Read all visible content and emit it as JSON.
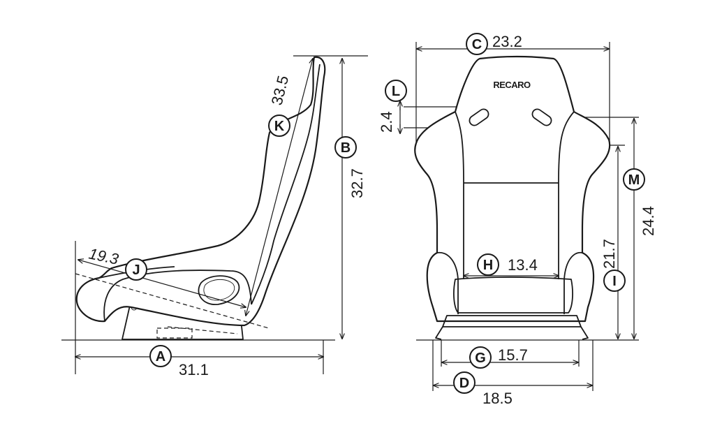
{
  "brand": "RECARO",
  "dimensions": [
    {
      "letter": "A",
      "value": "31.1"
    },
    {
      "letter": "B",
      "value": "32.7"
    },
    {
      "letter": "C",
      "value": "23.2"
    },
    {
      "letter": "D",
      "value": "18.5"
    },
    {
      "letter": "G",
      "value": "15.7"
    },
    {
      "letter": "H",
      "value": "13.4"
    },
    {
      "letter": "I",
      "value": "21.7"
    },
    {
      "letter": "J",
      "value": "19.3"
    },
    {
      "letter": "K",
      "value": "33.5"
    },
    {
      "letter": "L",
      "value": "2.4"
    },
    {
      "letter": "M",
      "value": "24.4"
    }
  ]
}
